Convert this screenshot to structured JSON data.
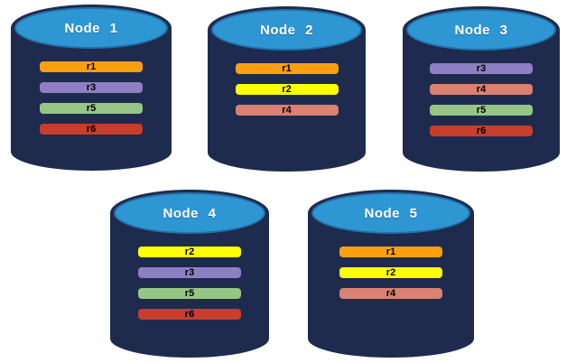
{
  "diagram": {
    "description": "Replica distribution across database nodes",
    "colors": {
      "background": "#FFFFFF",
      "cylinder_body": "#1E2B4E",
      "cylinder_top": "#2E96D2",
      "cylinder_top_border": "#2270A9",
      "title_text": "#FFFFFF",
      "bar_text": "#000000"
    },
    "replica_colors": {
      "r1": "#FAA00F",
      "r2": "#FFFF00",
      "r3": "#8E7FC3",
      "r4": "#D98172",
      "r5": "#97C585",
      "r6": "#C73E2B"
    },
    "nodes": [
      {
        "title": "Node 1",
        "replicas": [
          "r1",
          "r3",
          "r5",
          "r6"
        ]
      },
      {
        "title": "Node 2",
        "replicas": [
          "r1",
          "r2",
          "r4"
        ]
      },
      {
        "title": "Node 3",
        "replicas": [
          "r3",
          "r4",
          "r5",
          "r6"
        ]
      },
      {
        "title": "Node 4",
        "replicas": [
          "r2",
          "r3",
          "r5",
          "r6"
        ]
      },
      {
        "title": "Node 5",
        "replicas": [
          "r1",
          "r2",
          "r4"
        ]
      }
    ]
  }
}
